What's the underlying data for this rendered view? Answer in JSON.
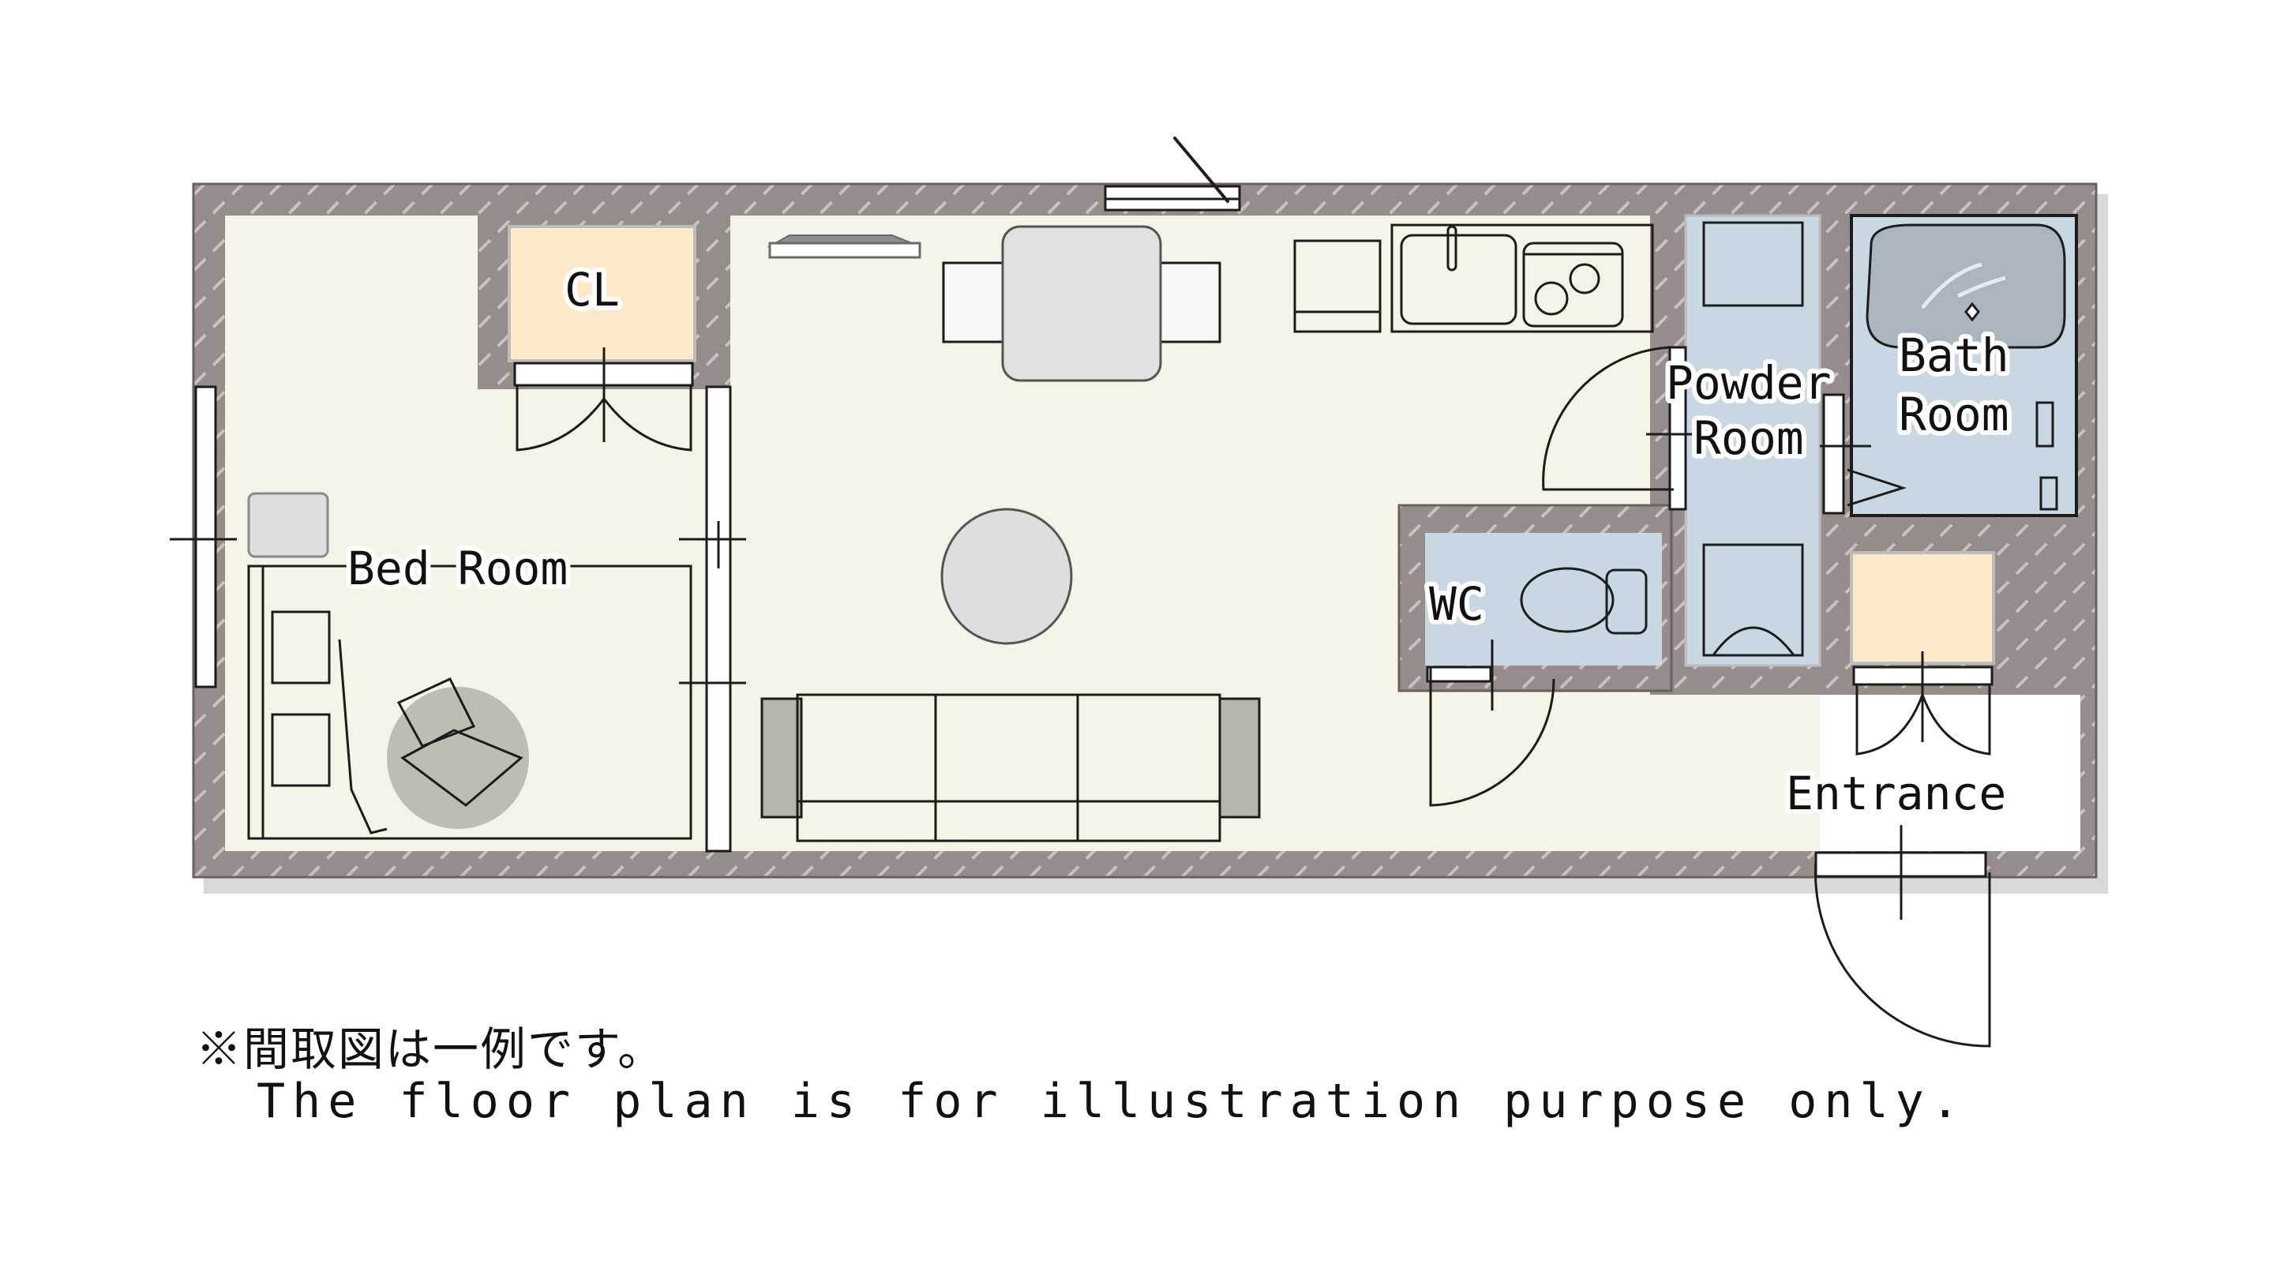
{
  "floor_plan": {
    "rooms": [
      {
        "id": "bedroom",
        "label": "Bed Room"
      },
      {
        "id": "closet",
        "label": "CL"
      },
      {
        "id": "powder",
        "label_line1": "Powder",
        "label_line2": "Room"
      },
      {
        "id": "bath",
        "label_line1": "Bath",
        "label_line2": "Room"
      },
      {
        "id": "wc",
        "label": "WC"
      },
      {
        "id": "entrance",
        "label": "Entrance"
      }
    ],
    "colors": {
      "wall": "#968c89",
      "floor": "#f6f4e6",
      "wet_area": "#c8d8e2",
      "closet": "#fde8c8",
      "furniture_gray": "#cfcfc4",
      "ink": "#1c1c1c"
    }
  },
  "notes": {
    "japanese": "※間取図は一例です。",
    "english": "The floor plan is for illustration purpose only."
  }
}
